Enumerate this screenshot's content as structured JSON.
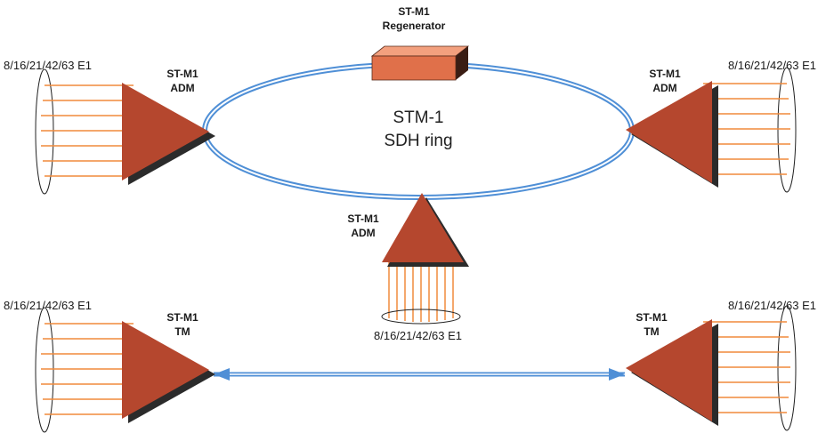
{
  "ring_label": {
    "line1": "STM-1",
    "line2": "SDH ring"
  },
  "regenerator": {
    "line1": "ST-M1",
    "line2": "Regenerator"
  },
  "adm_left": {
    "line1": "ST-M1",
    "line2": "ADM"
  },
  "adm_right": {
    "line1": "ST-M1",
    "line2": "ADM"
  },
  "adm_bottom": {
    "line1": "ST-M1",
    "line2": "ADM"
  },
  "tm_left": {
    "line1": "ST-M1",
    "line2": "TM"
  },
  "tm_right": {
    "line1": "ST-M1",
    "line2": "TM"
  },
  "e1_labels": {
    "top_left": "8/16/21/42/63 E1",
    "top_right": "8/16/21/42/63 E1",
    "bottom_center": "8/16/21/42/63 E1",
    "bottom_left": "8/16/21/42/63 E1",
    "bottom_right": "8/16/21/42/63 E1"
  },
  "colors": {
    "node_fill": "#b5472e",
    "node_shadow": "#2b2b2b",
    "tributary_line": "#f08a3c",
    "fiber": "#4f8fd6",
    "regenerator_front": "#e0704a",
    "regenerator_top": "#f3a07e"
  }
}
